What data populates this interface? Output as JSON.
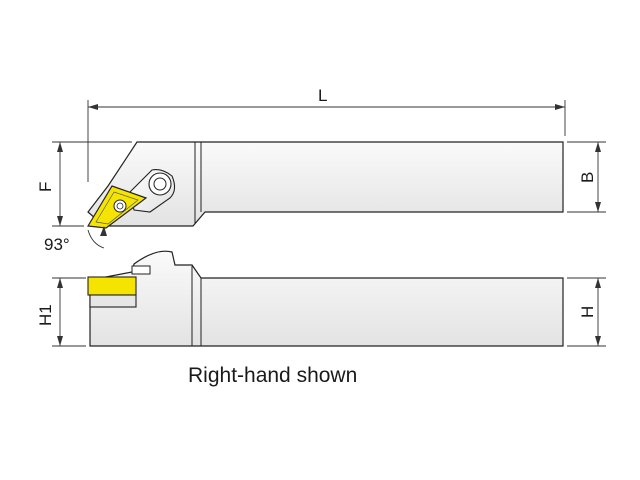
{
  "labels": {
    "L": "L",
    "F": "F",
    "B": "B",
    "H1": "H1",
    "H": "H",
    "angle": "93°"
  },
  "caption": "Right-hand shown",
  "colors": {
    "insert": "#f5e400",
    "body_light": "#ffffff",
    "body_dark": "#e4e4e4",
    "line": "#222222"
  }
}
